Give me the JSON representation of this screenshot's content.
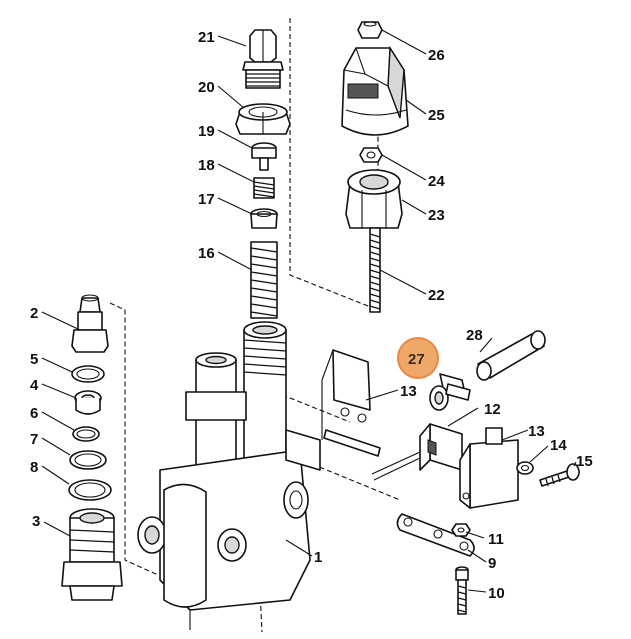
{
  "diagram": {
    "highlight_color": "#f0a868",
    "highlight_stroke": "#e8894a",
    "callouts": [
      {
        "id": "c21",
        "text": "21"
      },
      {
        "id": "c20",
        "text": "20"
      },
      {
        "id": "c19",
        "text": "19"
      },
      {
        "id": "c18",
        "text": "18"
      },
      {
        "id": "c17",
        "text": "17"
      },
      {
        "id": "c16",
        "text": "16"
      },
      {
        "id": "c26",
        "text": "26"
      },
      {
        "id": "c25",
        "text": "25"
      },
      {
        "id": "c24",
        "text": "24"
      },
      {
        "id": "c23",
        "text": "23"
      },
      {
        "id": "c22",
        "text": "22"
      },
      {
        "id": "c2",
        "text": "2"
      },
      {
        "id": "c5",
        "text": "5"
      },
      {
        "id": "c4",
        "text": "4"
      },
      {
        "id": "c6",
        "text": "6"
      },
      {
        "id": "c7",
        "text": "7"
      },
      {
        "id": "c8",
        "text": "8"
      },
      {
        "id": "c3",
        "text": "3"
      },
      {
        "id": "c28",
        "text": "28"
      },
      {
        "id": "c27",
        "text": "27"
      },
      {
        "id": "c13a",
        "text": "13"
      },
      {
        "id": "c12",
        "text": "12"
      },
      {
        "id": "c13b",
        "text": "13"
      },
      {
        "id": "c14",
        "text": "14"
      },
      {
        "id": "c15",
        "text": "15"
      },
      {
        "id": "c11",
        "text": "11"
      },
      {
        "id": "c1",
        "text": "1"
      },
      {
        "id": "c9",
        "text": "9"
      },
      {
        "id": "c10",
        "text": "10"
      }
    ]
  }
}
